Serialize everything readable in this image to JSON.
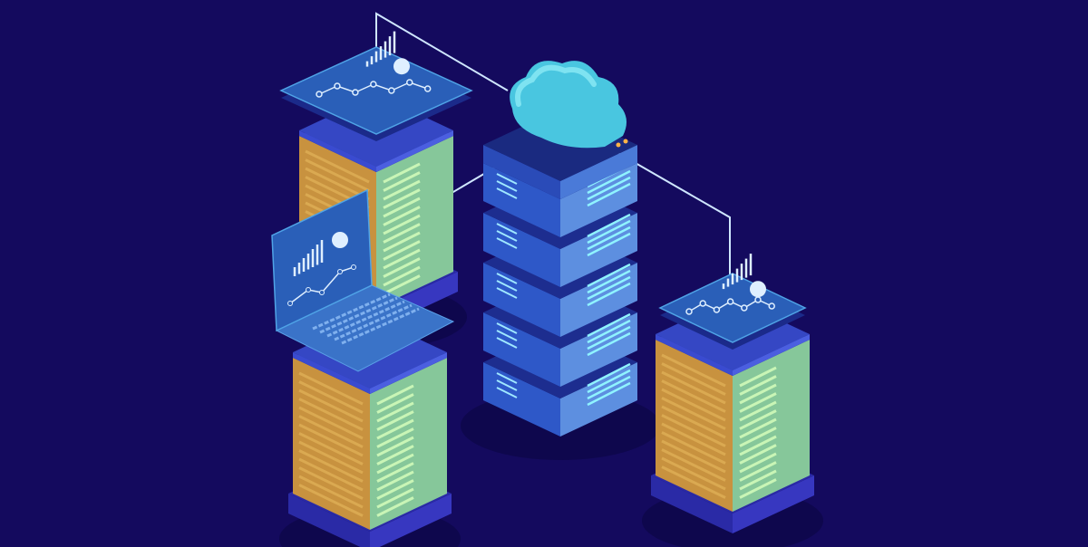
{
  "colors": {
    "background": "#140a5e",
    "line": "#cfe6ff",
    "box_left": "#c8923f",
    "box_left_stripe": "#e2b35a",
    "box_right": "#86c79a",
    "box_right_stripe": "#c9f5b6",
    "box_top": "#2f3fb8",
    "base": "#2a2aa6",
    "rack_top": "#1d2d8f",
    "rack_left": "#2e58c8",
    "rack_right": "#5d8fe0",
    "rack_led": "#8ff3ff",
    "cloud": "#49c6e0",
    "cloud_light": "#8ceaf5",
    "screen": "#2a5fb8",
    "screen_glow": "#4fa3e6"
  },
  "illustration": {
    "devices": [
      "tablet",
      "laptop",
      "tablet"
    ],
    "rack_units": 5,
    "connection": "cloud"
  }
}
